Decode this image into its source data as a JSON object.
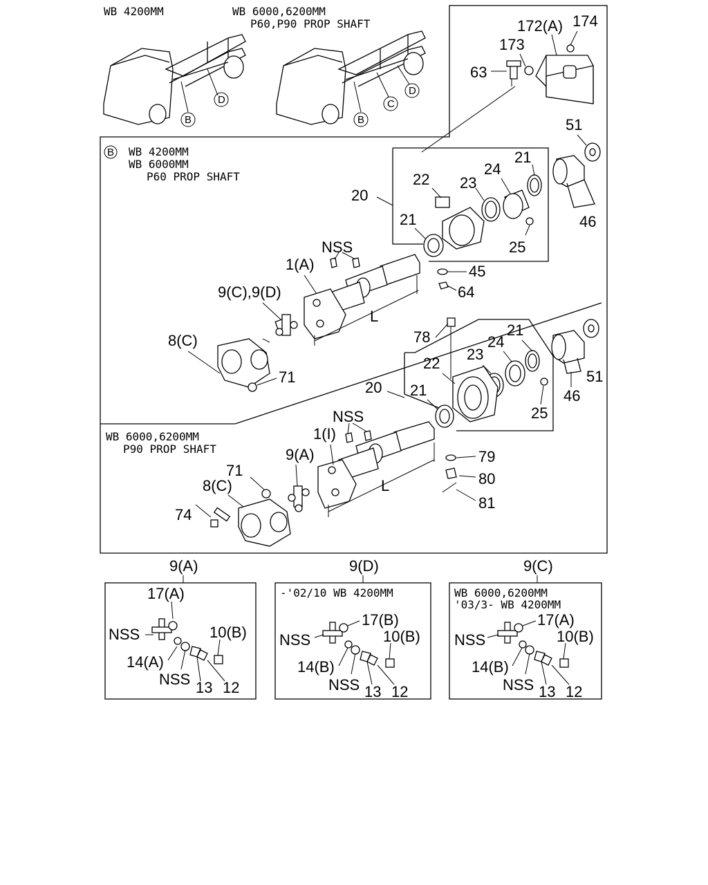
{
  "header": {
    "left_title": "WB 4200MM",
    "right_title_1": "WB 6000,6200MM",
    "right_title_2": "P60,P90 PROP SHAFT"
  },
  "trucks": {
    "left": {
      "b": "B",
      "d": "D"
    },
    "right": {
      "b": "B",
      "c": "C",
      "d": "D"
    }
  },
  "bearing_bracket": {
    "p172": "172(A)",
    "p174": "174",
    "p173": "173",
    "p63": "63"
  },
  "section_b": {
    "circle": "B",
    "title_1": "WB 4200MM",
    "title_2": "WB 6000MM",
    "title_3": "P60 PROP SHAFT",
    "labels": {
      "p51": "51",
      "p21a": "21",
      "p22": "22",
      "p23": "23",
      "p24": "24",
      "p20": "20",
      "p21b": "21",
      "p25": "25",
      "p46": "46",
      "nss": "NSS",
      "p1a": "1(A)",
      "p45": "45",
      "p64": "64",
      "p9cd": "9(C),9(D)",
      "l": "L",
      "p8c": "8(C)",
      "p71": "71"
    }
  },
  "section_p90": {
    "title_1": "WB 6000,6200MM",
    "title_2": "P90 PROP SHAFT",
    "labels": {
      "p78": "78",
      "p21a": "21",
      "p24": "24",
      "p23": "23",
      "p22": "22",
      "p20": "20",
      "p21b": "21",
      "p51": "51",
      "p46": "46",
      "p25": "25",
      "nss": "NSS",
      "p1i": "1(I)",
      "p71": "71",
      "p9a": "9(A)",
      "p8c": "8(C)",
      "p74": "74",
      "l": "L",
      "p79": "79",
      "p80": "80",
      "p81": "81"
    }
  },
  "joint_boxes": [
    {
      "caption": "9(A)",
      "note_1": "",
      "note_2": "",
      "p17": "17(A)",
      "nss1": "NSS",
      "p10": "10(B)",
      "p14": "14(A)",
      "nss2": "NSS",
      "p13": "13",
      "p12": "12"
    },
    {
      "caption": "9(D)",
      "note_1": "-'02/10 WB 4200MM",
      "note_2": "",
      "p17": "17(B)",
      "nss1": "NSS",
      "p10": "10(B)",
      "p14": "14(B)",
      "nss2": "NSS",
      "p13": "13",
      "p12": "12"
    },
    {
      "caption": "9(C)",
      "note_1": "WB 6000,6200MM",
      "note_2": "'03/3- WB 4200MM",
      "p17": "17(A)",
      "nss1": "NSS",
      "p10": "10(B)",
      "p14": "14(B)",
      "nss2": "NSS",
      "p13": "13",
      "p12": "12"
    }
  ]
}
